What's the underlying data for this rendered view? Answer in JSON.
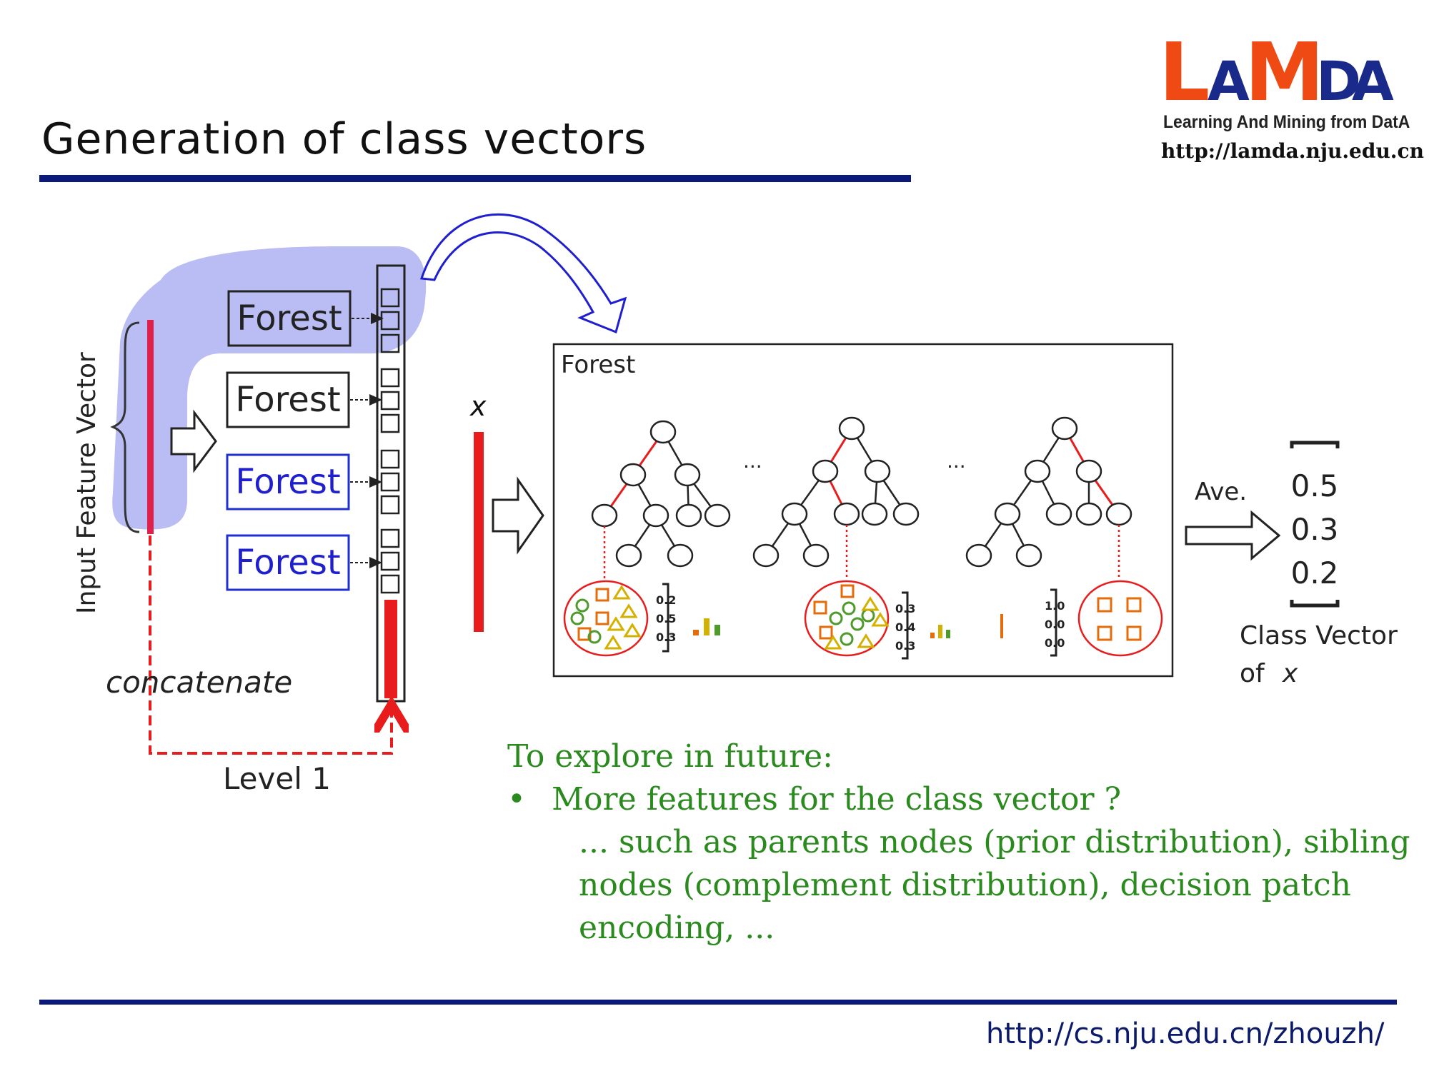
{
  "slide": {
    "title": "Generation of class vectors",
    "footer_url": "http://cs.nju.edu.cn/zhouzh/"
  },
  "logo": {
    "letters": "LAMDA",
    "tagline": "Learning And Mining from DatA",
    "url": "http://lamda.nju.edu.cn"
  },
  "cascade": {
    "input_label": "Input Feature Vector",
    "forest_label": "Forest",
    "concatenate_label": "concatenate",
    "level_label": "Level 1"
  },
  "detail": {
    "x_label": "x",
    "forest_title": "Forest",
    "ellipsis": "...",
    "leaf_vectors": [
      [
        "0.2",
        "0.5",
        "0.3"
      ],
      [
        "0.3",
        "0.4",
        "0.3"
      ],
      [
        "1.0",
        "0.0",
        "0.0"
      ]
    ],
    "ave_label": "Ave.",
    "class_vector": [
      "0.5",
      "0.3",
      "0.2"
    ],
    "class_vector_label": "Class Vector",
    "class_vector_of": "of",
    "colors": {
      "orange": "#e46c0a",
      "green": "#4e9a2a",
      "yellow": "#d4b000",
      "red": "#e81c1c",
      "blue": "#1f1fd0"
    }
  },
  "notes": {
    "heading": "To explore in future:",
    "bullet_symbol": "•",
    "bullet": "More features for the class vector ?",
    "lines": [
      "...  such as parents nodes (prior distribution), sibling",
      "nodes (complement distribution), decision patch",
      "encoding, ..."
    ]
  }
}
